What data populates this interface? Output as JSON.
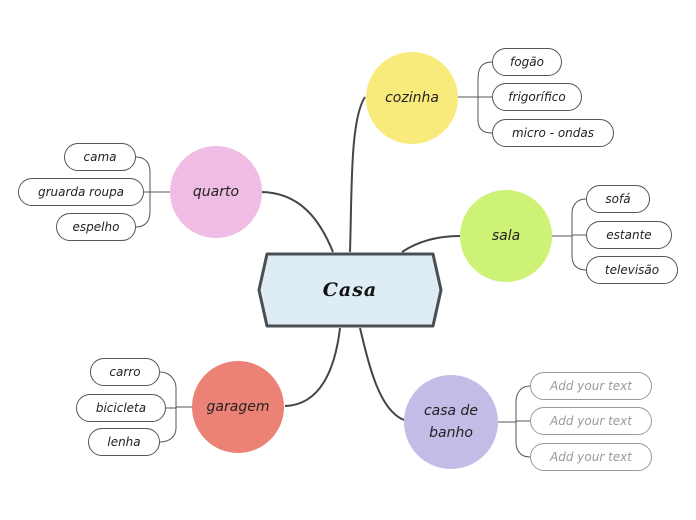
{
  "central": {
    "label": "Casa",
    "fill": "#deedf5",
    "border": "#4b4f52"
  },
  "topics": {
    "cozinha": {
      "label": "cozinha",
      "color": "#f9ea7c",
      "items": [
        "fogão",
        "frigorífico",
        "micro - ondas"
      ]
    },
    "sala": {
      "label": "sala",
      "color": "#cdf276",
      "items": [
        "sofá",
        "estante",
        "televisão"
      ]
    },
    "quarto": {
      "label": "quarto",
      "color": "#efbde4",
      "items": [
        "cama",
        "gruarda roupa",
        "espelho"
      ]
    },
    "garagem": {
      "label": "garagem",
      "color": "#ec8176",
      "items": [
        "carro",
        "bicicleta",
        "lenha"
      ]
    },
    "casa_banho": {
      "label": "casa de banho",
      "color": "#c4bce6",
      "items": [
        "Add your text",
        "Add your text",
        "Add your text"
      ]
    }
  }
}
